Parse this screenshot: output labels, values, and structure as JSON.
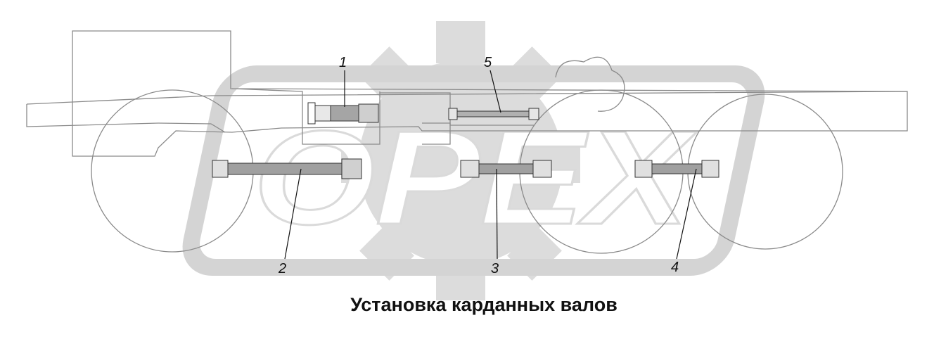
{
  "caption": "Установка карданных валов",
  "watermark": {
    "text": "OPEX",
    "color": "#d6d6d6"
  },
  "colors": {
    "line": "#8a8a8a",
    "dark": "#333333",
    "shaft": "#9a9a9a",
    "callout": "#111111"
  },
  "callouts": [
    {
      "label": "1",
      "part": "shaft-to-transfer-case"
    },
    {
      "label": "2",
      "part": "front-axle-shaft"
    },
    {
      "label": "3",
      "part": "middle-axle-shaft"
    },
    {
      "label": "4",
      "part": "rear-axle-shaft"
    },
    {
      "label": "5",
      "part": "intermediate-shaft"
    }
  ]
}
